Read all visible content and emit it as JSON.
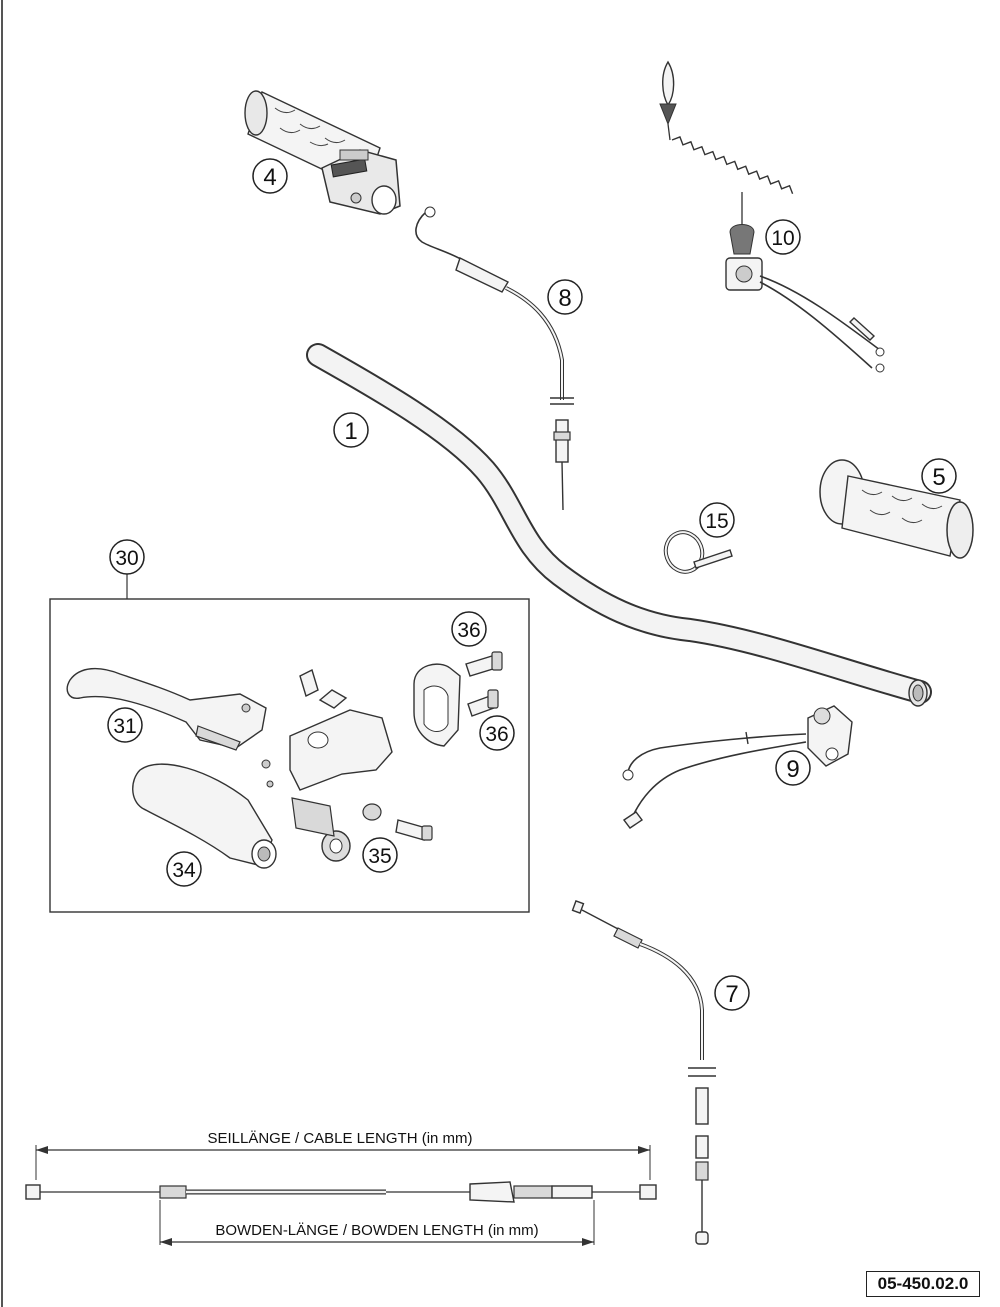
{
  "callouts": {
    "n1": "1",
    "n4": "4",
    "n5": "5",
    "n7": "7",
    "n8": "8",
    "n9": "9",
    "n10": "10",
    "n15": "15",
    "n30": "30",
    "n31": "31",
    "n34": "34",
    "n35": "35",
    "n36a": "36",
    "n36b": "36"
  },
  "dimensions": {
    "cable_length": "SEILLÄNGE / CABLE LENGTH (in mm)",
    "bowden_length": "BOWDEN-LÄNGE / BOWDEN LENGTH (in mm)"
  },
  "part_code": "05-450.02.0"
}
